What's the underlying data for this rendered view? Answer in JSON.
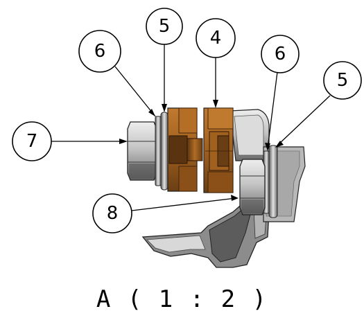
{
  "view_caption": "A ( 1 : 2 )",
  "colors": {
    "bronze": "#a0601e",
    "bronze_dark": "#5a3410",
    "steel_light": "#d6d6d6",
    "steel_mid": "#9a9a9a",
    "steel_dark": "#4a4a4a",
    "outline": "#000000"
  },
  "balloons": [
    {
      "id": "b6-left",
      "label": "6"
    },
    {
      "id": "b5-top",
      "label": "5"
    },
    {
      "id": "b4",
      "label": "4"
    },
    {
      "id": "b6-right",
      "label": "6"
    },
    {
      "id": "b5-right",
      "label": "5"
    },
    {
      "id": "b7",
      "label": "7"
    },
    {
      "id": "b8",
      "label": "8"
    }
  ]
}
